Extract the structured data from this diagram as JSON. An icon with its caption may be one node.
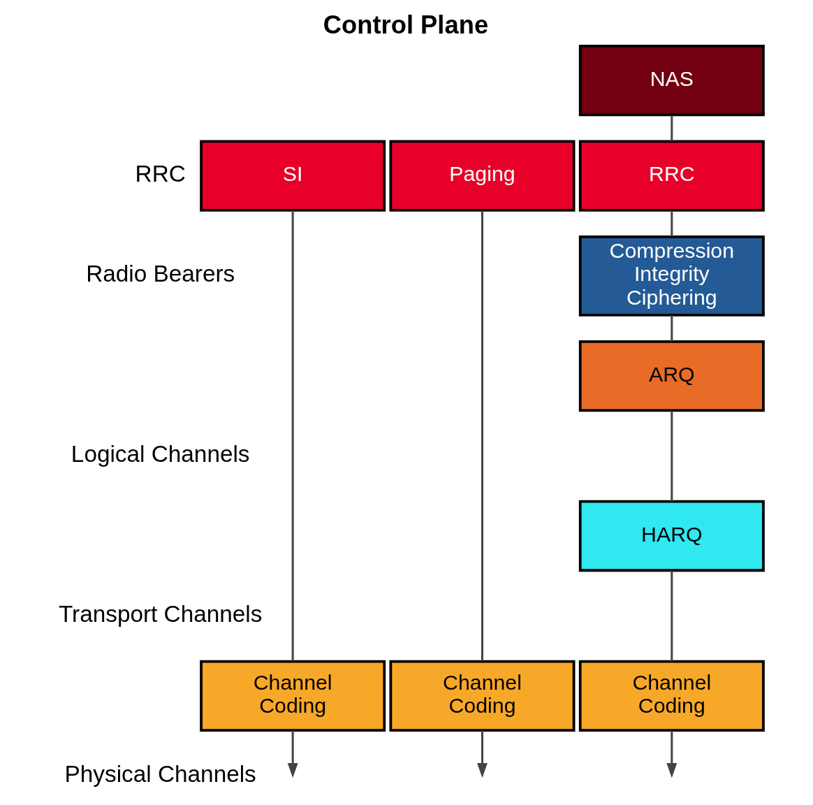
{
  "diagram": {
    "title": "Control Plane",
    "nodes": [
      {
        "text": [
          "NAS"
        ]
      },
      {
        "text": [
          "SI"
        ]
      },
      {
        "text": [
          "Paging"
        ]
      },
      {
        "text": [
          "RRC"
        ]
      },
      {
        "text": [
          "Compression Integrity Ciphering"
        ]
      },
      {
        "text": [
          "ARQ"
        ]
      },
      {
        "text": [
          "HARQ"
        ]
      },
      {
        "text": [
          "Channel Coding"
        ]
      },
      {
        "text": [
          "Channel Coding"
        ]
      },
      {
        "text": [
          "Channel Coding"
        ]
      }
    ],
    "edges": [
      {
        "from": 0,
        "to": 3,
        "arrow": "none"
      },
      {
        "from": 3,
        "to": 4,
        "arrow": "none"
      },
      {
        "from": 4,
        "to": 5,
        "arrow": "none"
      },
      {
        "from": 5,
        "to": 6,
        "arrow": "none"
      },
      {
        "from": 6,
        "to": 9,
        "arrow": "none"
      },
      {
        "from": 1,
        "to": 7,
        "arrow": "none"
      },
      {
        "from": 2,
        "to": 8,
        "arrow": "none"
      },
      {
        "from": 7,
        "to": null,
        "arrow": "to"
      },
      {
        "from": 8,
        "to": null,
        "arrow": "to"
      },
      {
        "from": 9,
        "to": null,
        "arrow": "to"
      }
    ],
    "labels": [
      "RRC",
      "Radio Bearers",
      "Logical Channels",
      "Transport Channels",
      "Physical Channels"
    ]
  }
}
